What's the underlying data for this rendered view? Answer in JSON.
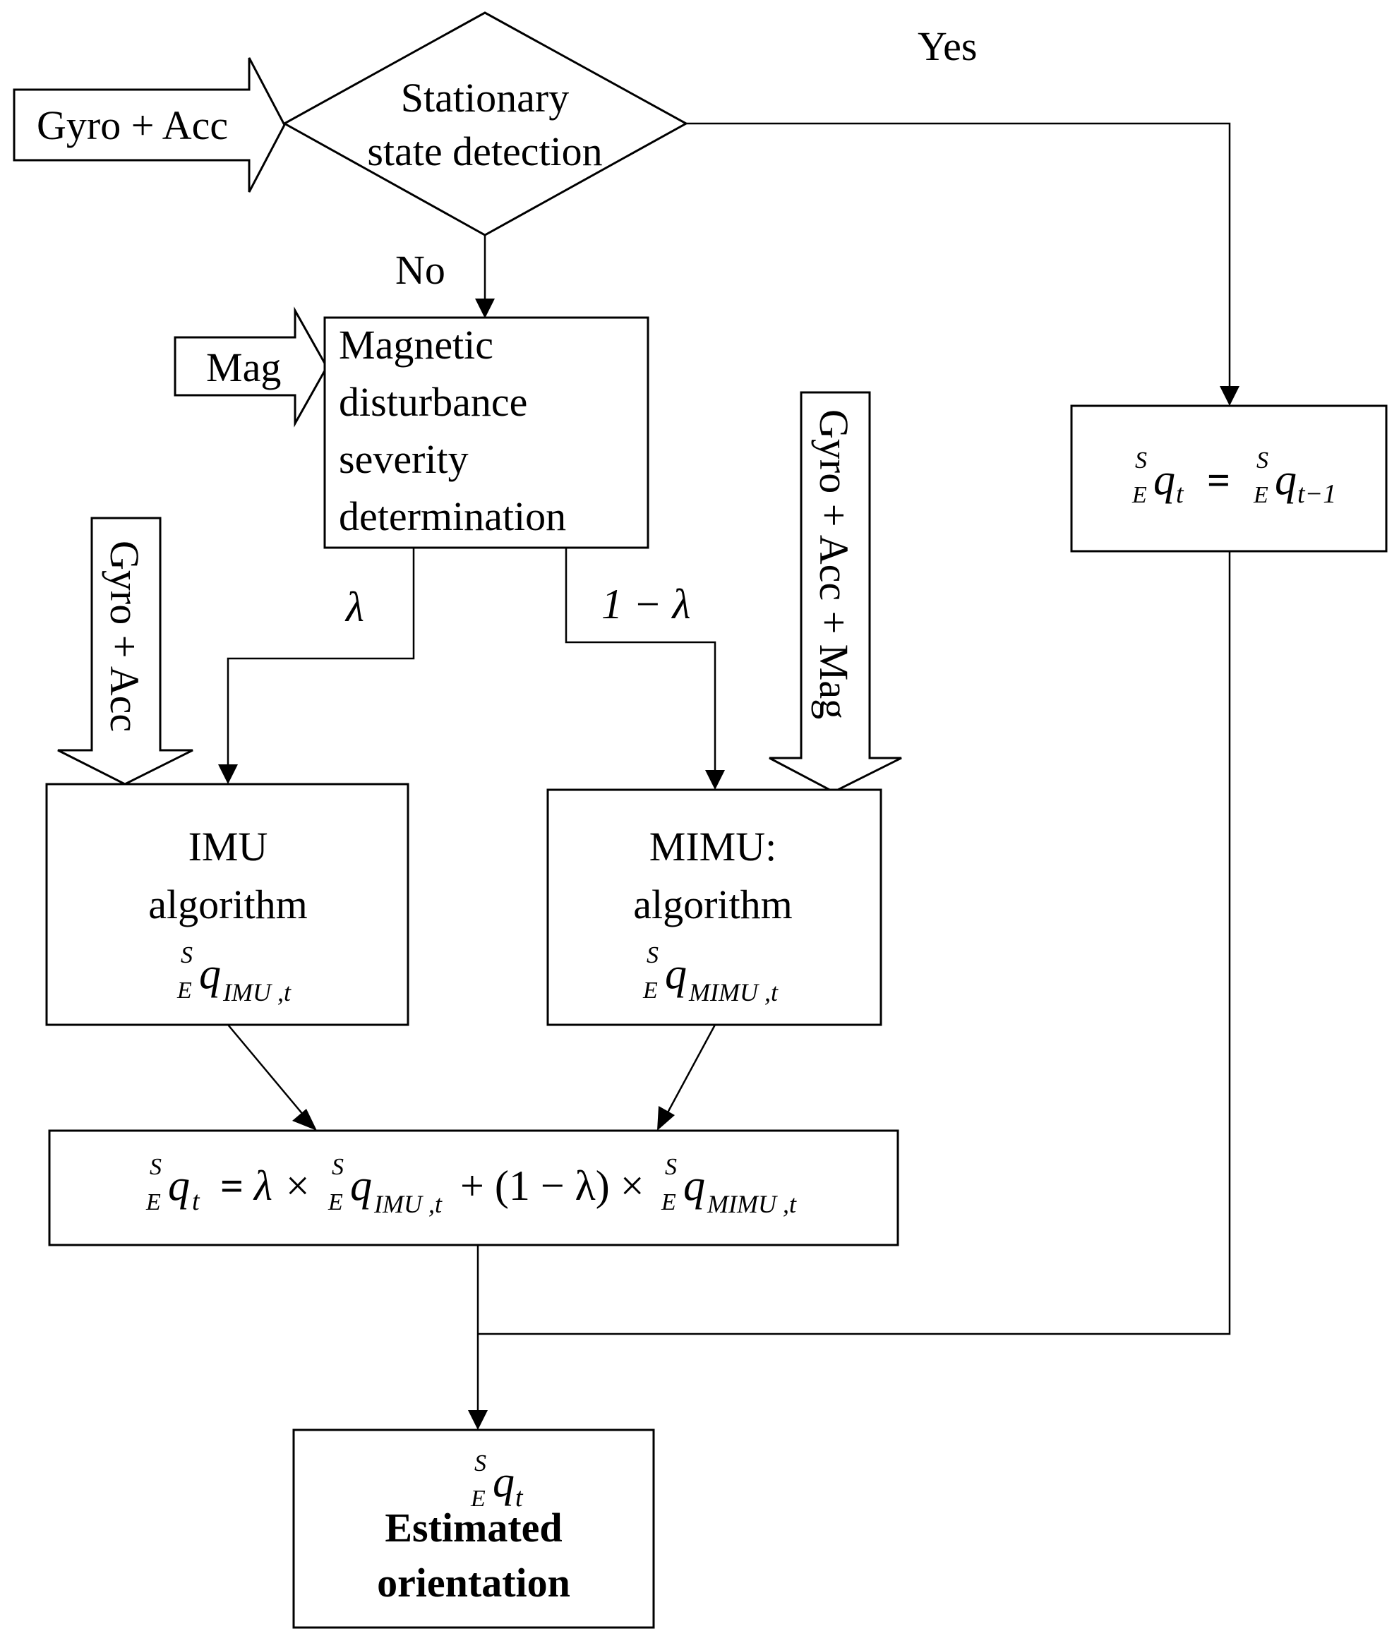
{
  "labels": {
    "yes": "Yes",
    "no": "No",
    "lambda": "λ",
    "one_minus_lambda": "1 − λ"
  },
  "inputs": {
    "top_left": "Gyro + Acc",
    "mag": "Mag",
    "left_vertical": "Gyro + Acc",
    "right_vertical": "Gyro + Acc + Mag"
  },
  "nodes": {
    "decision": {
      "line1": "Stationary",
      "line2": "state detection"
    },
    "magnetic": {
      "line1": "Magnetic",
      "line2": "disturbance",
      "line3": "severity",
      "line4": "determination"
    },
    "imu": {
      "line1": "IMU",
      "line2": "algorithm"
    },
    "mimu": {
      "line1": "MIMU:",
      "line2": "algorithm"
    },
    "estimated": {
      "line1": "Estimated",
      "line2": "orientation"
    }
  },
  "formulas": {
    "q": "q",
    "sup_s": "S",
    "sub_e": "E",
    "sub_t": "t",
    "sub_t_minus_1": "t−1",
    "sub_imu_t": "IMU ,t",
    "sub_mimu_t": "MIMU ,t",
    "equals": "=",
    "lambda_times": "λ ×",
    "plus_one_minus_lambda_times": "+ (1 − λ) ×"
  }
}
